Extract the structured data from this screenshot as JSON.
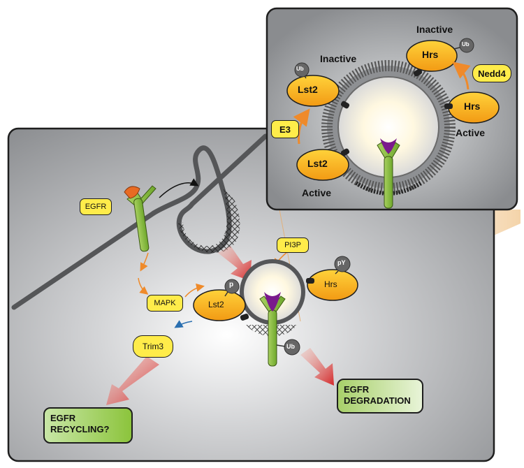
{
  "labels": {
    "egfr": "EGFR",
    "pi3p": "PI3P",
    "mapk": "MAPK",
    "trim3": "Trim3",
    "lst2": "Lst2",
    "hrs": "Hrs",
    "p": "p",
    "py": "pY",
    "ub": "Ub",
    "e3": "E3",
    "nedd4": "Nedd4",
    "inactive": "Inactive",
    "active": "Active"
  },
  "outcomes": {
    "recycling_line1": "EGFR",
    "recycling_line2": "RECYCLING?",
    "degradation_line1": "EGFR",
    "degradation_line2": "DEGRADATION"
  },
  "colors": {
    "panel_border": "#1e1e1e",
    "label_yellow": "#ffec4a",
    "protein_orange": "#f3a61c",
    "receptor_green": "#8bbd3a",
    "ligand_orange": "#e86b23",
    "ligand_purple": "#7a1a8c",
    "arrow_red": "#d4282a",
    "arrow_orange": "#ef8a2a",
    "arrow_blue": "#2a6fb0",
    "outcome_green": "#8cc43c",
    "ub_grey": "#666666"
  }
}
